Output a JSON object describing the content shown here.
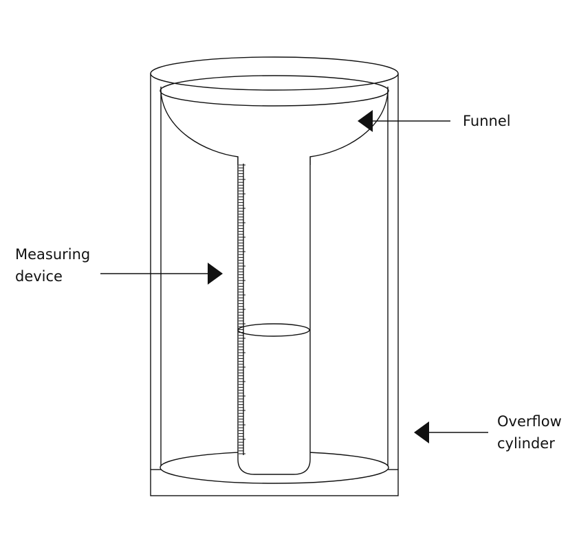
{
  "diagram": {
    "labels": {
      "funnel": "Funnel",
      "measuring_device": [
        "Measuring",
        "device"
      ],
      "overflow_cylinder": [
        "Overflow",
        "cylinder"
      ]
    },
    "colors": {
      "line": "#111111",
      "background": "#ffffff"
    }
  }
}
